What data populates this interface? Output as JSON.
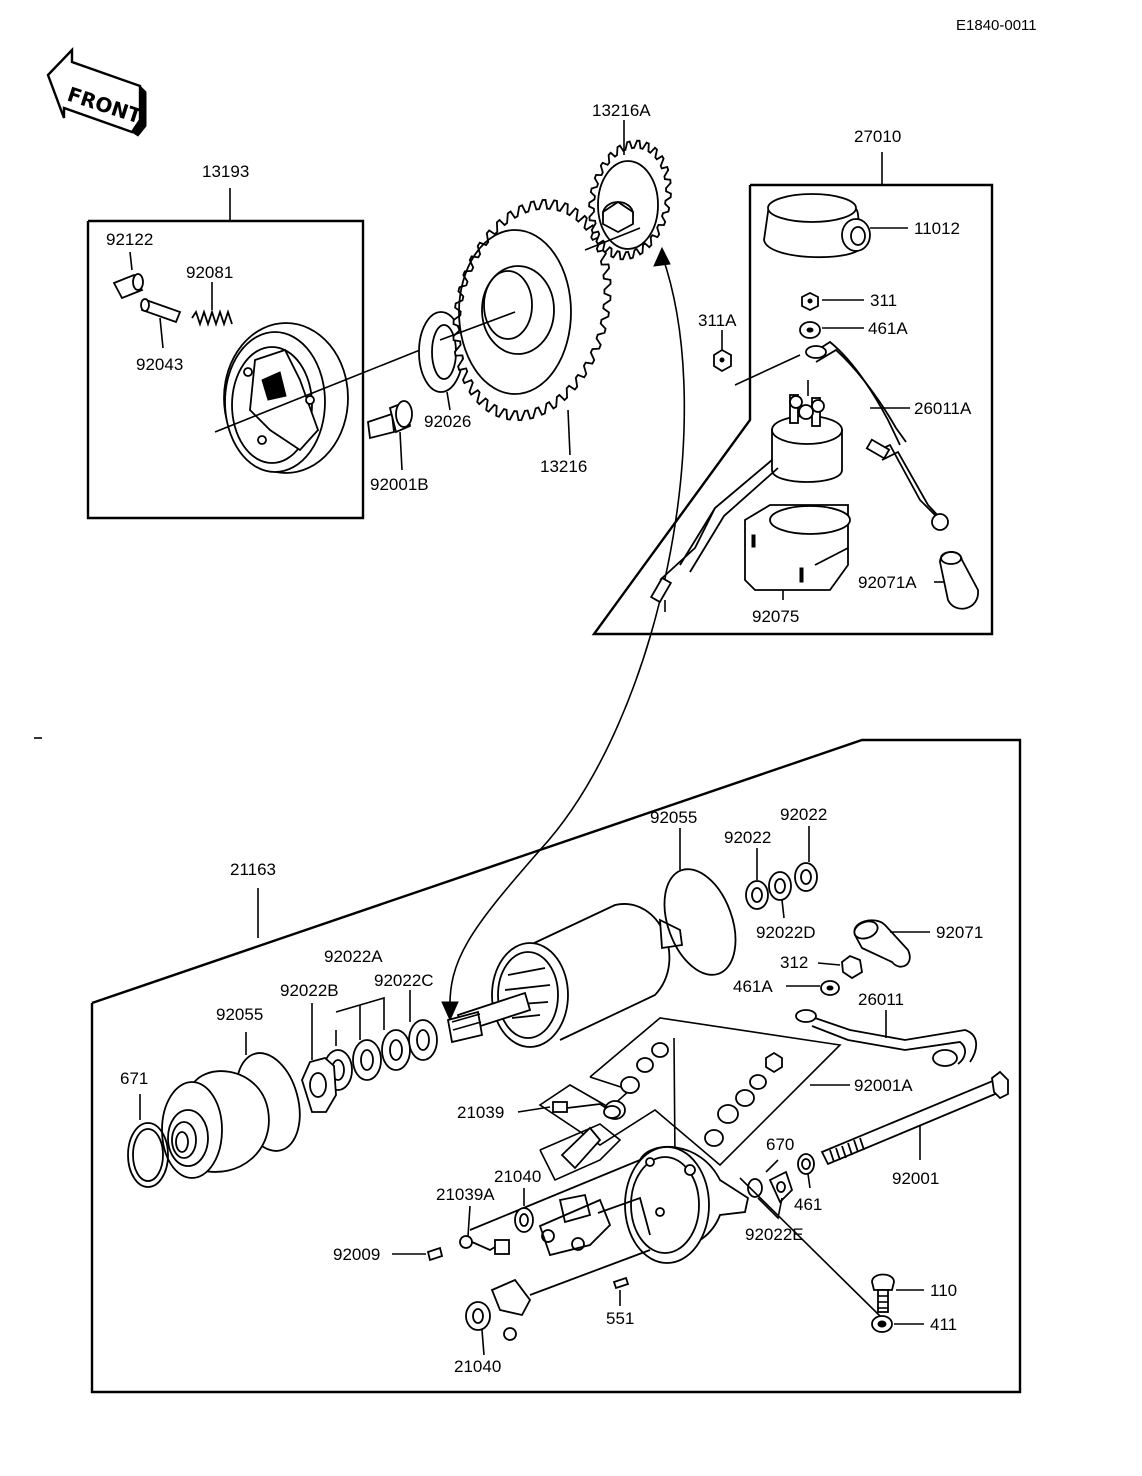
{
  "reference": "E1840-0011",
  "front_label": "FRONT",
  "groups": {
    "starter_clutch": "13193",
    "starter_relay": "27010",
    "starter_motor": "21163"
  },
  "parts": {
    "p92122": "92122",
    "p92081": "92081",
    "p92043": "92043",
    "p92026": "92026",
    "p92001B": "92001B",
    "p13216": "13216",
    "p13216A": "13216A",
    "p11012": "11012",
    "p311": "311",
    "p461A_top": "461A",
    "p311A": "311A",
    "p26011A": "26011A",
    "p92071A": "92071A",
    "p92075": "92075",
    "p92055_top": "92055",
    "p92022_a": "92022",
    "p92022_b": "92022",
    "p92022D": "92022D",
    "p92071": "92071",
    "p312": "312",
    "p461A_bottom": "461A",
    "p26011": "26011",
    "p92022A": "92022A",
    "p92022B": "92022B",
    "p92022C": "92022C",
    "p92055_left": "92055",
    "p671": "671",
    "p21039": "21039",
    "p92001A": "92001A",
    "p21040_top": "21040",
    "p670": "670",
    "p21039A": "21039A",
    "p461": "461",
    "p92001": "92001",
    "p92022E": "92022E",
    "p92009": "92009",
    "p551": "551",
    "p110": "110",
    "p411": "411",
    "p21040_bottom": "21040"
  }
}
